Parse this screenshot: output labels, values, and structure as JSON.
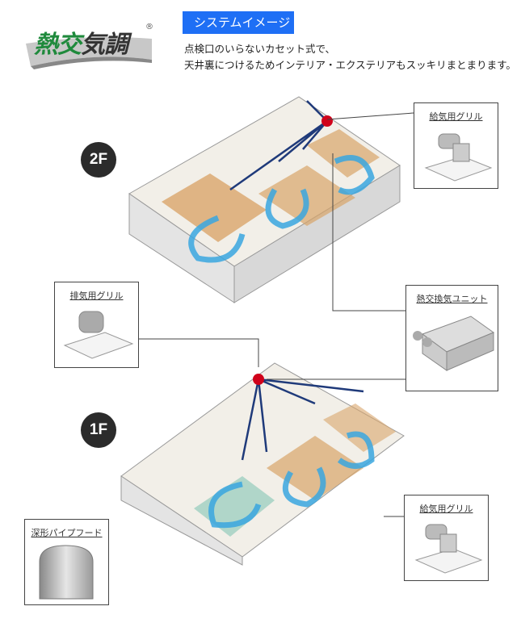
{
  "logo": {
    "text": "熱交気調",
    "mark": "®"
  },
  "header": {
    "tag": "システムイメージ",
    "lines": [
      "点検口のいらないカセット式で、",
      "天井裏につけるためインテリア・エクステリアもスッキリまとまります。"
    ]
  },
  "floors": {
    "upper": "2F",
    "lower": "1F"
  },
  "callouts": {
    "supply_grill_2f": "給気用グリル",
    "exhaust_grill": "排気用グリル",
    "heat_exchange_unit": "熱交換気ユニット",
    "supply_grill_1f": "給気用グリル",
    "pipe_hood": "深形パイプフード"
  },
  "colors": {
    "accent": "#1e6ff5",
    "airflow": "#3aa7e0",
    "duct": "#1f3a7a",
    "unit": "#d0021b"
  }
}
